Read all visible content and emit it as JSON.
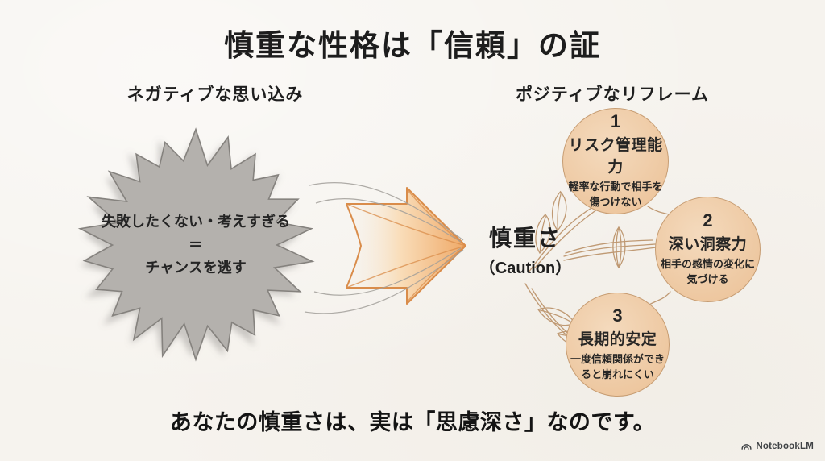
{
  "colors": {
    "background": "#f6f3ee",
    "text_dark": "#222222",
    "burst_fill": "#b4b1ad",
    "burst_stroke": "#85827e",
    "circle_fill": "#edc69e",
    "circle_stroke": "#c79d73",
    "branch_stroke": "#bf9973",
    "arrow_stroke": "#d98c4a"
  },
  "header": {
    "title": "慎重な性格は「信頼」の証"
  },
  "left_section": {
    "heading": "ネガティブな思い込み",
    "burst_lines": [
      "失敗したくない・考えすぎる",
      "＝",
      "チャンスを逃す"
    ]
  },
  "center_section": {
    "label_jp": "慎重さ",
    "label_en": "（Caution）"
  },
  "right_section": {
    "heading": "ポジティブなリフレーム",
    "items": [
      {
        "number": "1",
        "title": "リスク管理能力",
        "desc": "軽率な行動で相手を傷つけない"
      },
      {
        "number": "2",
        "title": "深い洞察力",
        "desc": "相手の感情の変化に気づける"
      },
      {
        "number": "3",
        "title": "長期的安定",
        "desc": "一度信頼関係ができると崩れにくい"
      }
    ]
  },
  "footer": {
    "statement": "あなたの慎重さは、実は「思慮深さ」なのです。",
    "watermark": "NotebookLM"
  }
}
